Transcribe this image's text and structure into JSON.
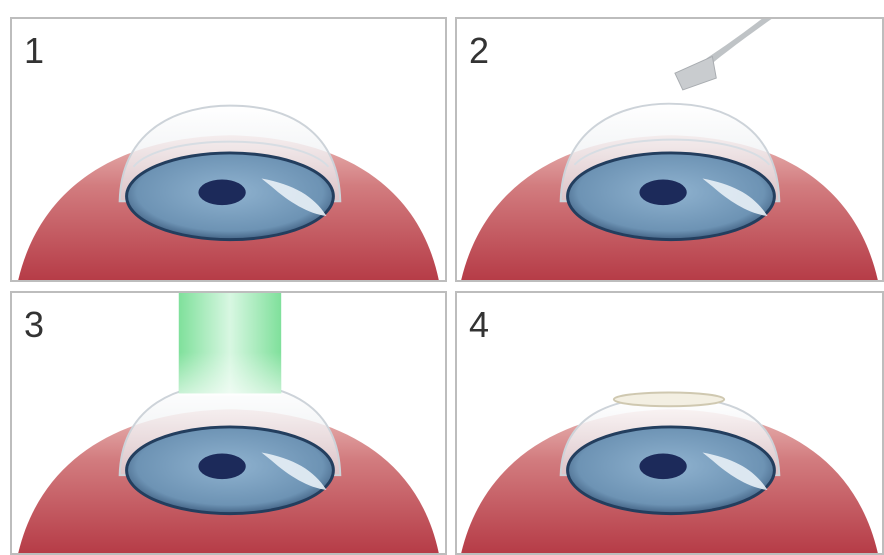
{
  "panels": [
    {
      "number": "1"
    },
    {
      "number": "2"
    },
    {
      "number": "3"
    },
    {
      "number": "4"
    }
  ],
  "colors": {
    "panel_border": "#bdbdbd",
    "eyelid": "#c24f57",
    "iris": "#6f97b8",
    "pupil": "#1c2a5a",
    "laser": "#8fe8b0",
    "cornea": "#e6eaee"
  }
}
